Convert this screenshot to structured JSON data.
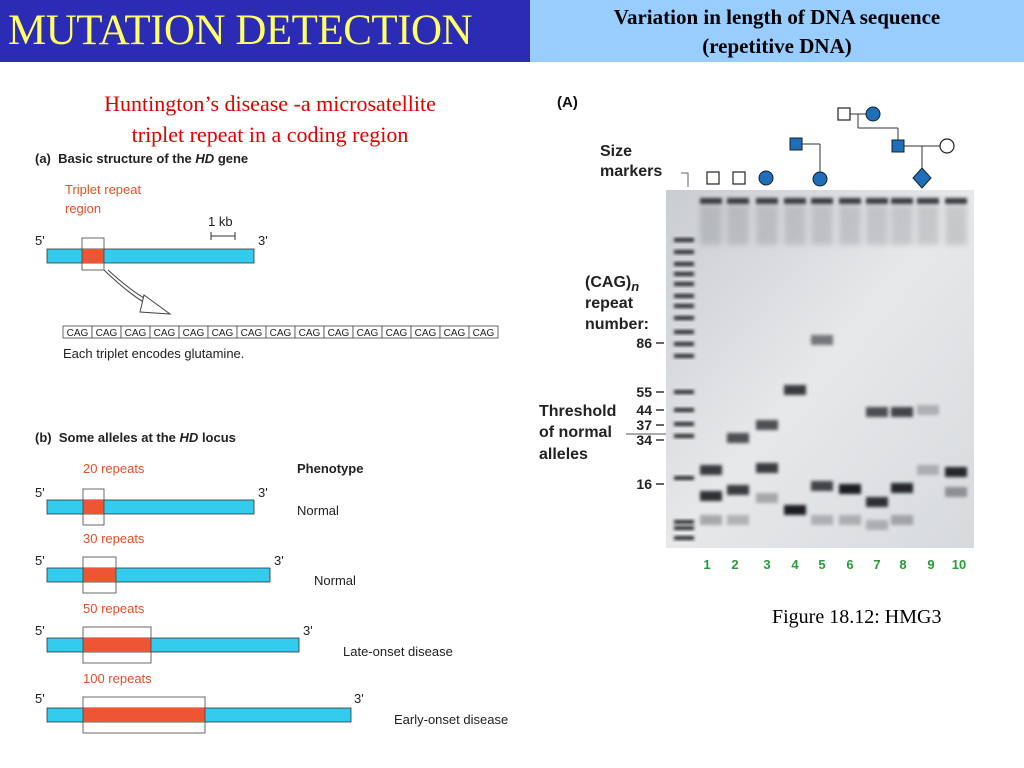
{
  "header": {
    "title": "MUTATION DETECTION",
    "subtitle_line1": "Variation in length of DNA sequence",
    "subtitle_line2": "(repetitive DNA)"
  },
  "heading": {
    "line1": "Huntington’s disease -a microsatellite",
    "line2": "triplet repeat in a coding region"
  },
  "panel_a": {
    "label": "(a)",
    "title_prefix": "Basic structure of the",
    "title_gene": "HD",
    "title_suffix": "gene",
    "region_line1": "Triplet repeat",
    "region_line2": "region",
    "scale": "1 kb",
    "five_prime": "5'",
    "three_prime": "3'",
    "codons": [
      "CAG",
      "CAG",
      "CAG",
      "CAG",
      "CAG",
      "CAG",
      "CAG",
      "CAG",
      "CAG",
      "CAG",
      "CAG",
      "CAG",
      "CAG",
      "CAG",
      "CAG"
    ],
    "caption": "Each triplet encodes glutamine."
  },
  "panel_b": {
    "label": "(b)",
    "title_prefix": "Some alleles at the",
    "title_gene": "HD",
    "title_suffix": "locus",
    "phenotype_header": "Phenotype",
    "alleles": [
      {
        "repeats": "20 repeats",
        "phenotype": "Normal",
        "repeat_fraction": 0.1
      },
      {
        "repeats": "30 repeats",
        "phenotype": "Normal",
        "repeat_fraction": 0.15
      },
      {
        "repeats": "50 repeats",
        "phenotype": "Late-onset disease",
        "repeat_fraction": 0.27
      },
      {
        "repeats": "100 repeats",
        "phenotype": "Early-onset disease",
        "repeat_fraction": 0.4
      }
    ]
  },
  "gel": {
    "panel_label": "(A)",
    "size_markers_line1": "Size",
    "size_markers_line2": "markers",
    "cag_label_line1": "(CAG)",
    "cag_label_n": "n",
    "cag_label_line2": "repeat",
    "cag_label_line3": "number:",
    "repeat_ticks": [
      "86",
      "55",
      "44",
      "37",
      "34",
      "16"
    ],
    "threshold_line1": "Threshold",
    "threshold_line2": "of normal",
    "threshold_line3": "alleles",
    "lanes": [
      "1",
      "2",
      "3",
      "4",
      "5",
      "6",
      "7",
      "8",
      "9",
      "10"
    ]
  },
  "caption": "Figure 18.12: HMG3",
  "colors": {
    "title_bg": "#2b2bb5",
    "title_text": "#ffff66",
    "subtitle_bg": "#99ccff",
    "heading_red": "#e00000",
    "gene_cyan": "#33ccee",
    "repeat_orange": "#ee5533",
    "pedigree_blue": "#1f6fb8",
    "lane_green": "#2a9a3a"
  }
}
